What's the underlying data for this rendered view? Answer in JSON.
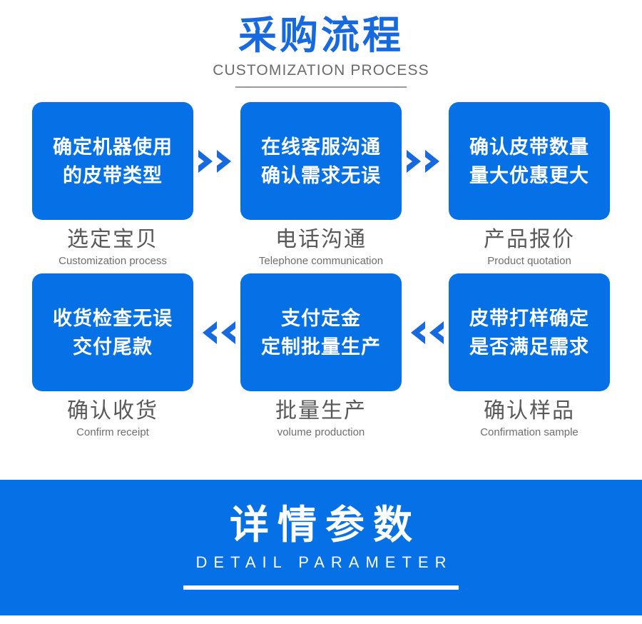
{
  "header": {
    "title_cn": "采购流程",
    "title_en": "CUSTOMIZATION PROCESS",
    "accent_color": "#1769E0",
    "rule_color": "#9a9a9a"
  },
  "flow": {
    "box_color": "#0670E6",
    "box_text_color": "#ffffff",
    "caption_color": "#595959",
    "arrow_color": "#1769E0",
    "rows": [
      {
        "direction": "right",
        "arrow_icon": "double-chevron-right-icon",
        "steps": [
          {
            "box_lines": [
              "确定机器使用",
              "的皮带类型"
            ],
            "caption_cn": "选定宝贝",
            "caption_en": "Customization process"
          },
          {
            "box_lines": [
              "在线客服沟通",
              "确认需求无误"
            ],
            "caption_cn": "电话沟通",
            "caption_en": "Telephone communication"
          },
          {
            "box_lines": [
              "确认皮带数量",
              "量大优惠更大"
            ],
            "caption_cn": "产品报价",
            "caption_en": "Product quotation"
          }
        ]
      },
      {
        "direction": "left",
        "arrow_icon": "double-chevron-left-icon",
        "steps": [
          {
            "box_lines": [
              "收货检查无误",
              "交付尾款"
            ],
            "caption_cn": "确认收货",
            "caption_en": "Confirm receipt"
          },
          {
            "box_lines": [
              "支付定金",
              "定制批量生产"
            ],
            "caption_cn": "批量生产",
            "caption_en": "volume production"
          },
          {
            "box_lines": [
              "皮带打样确定",
              "是否满足需求"
            ],
            "caption_cn": "确认样品",
            "caption_en": "Confirmation sample"
          }
        ]
      }
    ]
  },
  "banner": {
    "title_cn": "详情参数",
    "title_en": "DETAIL PARAMETER",
    "background_color": "#0670E6",
    "text_color": "#ffffff"
  }
}
